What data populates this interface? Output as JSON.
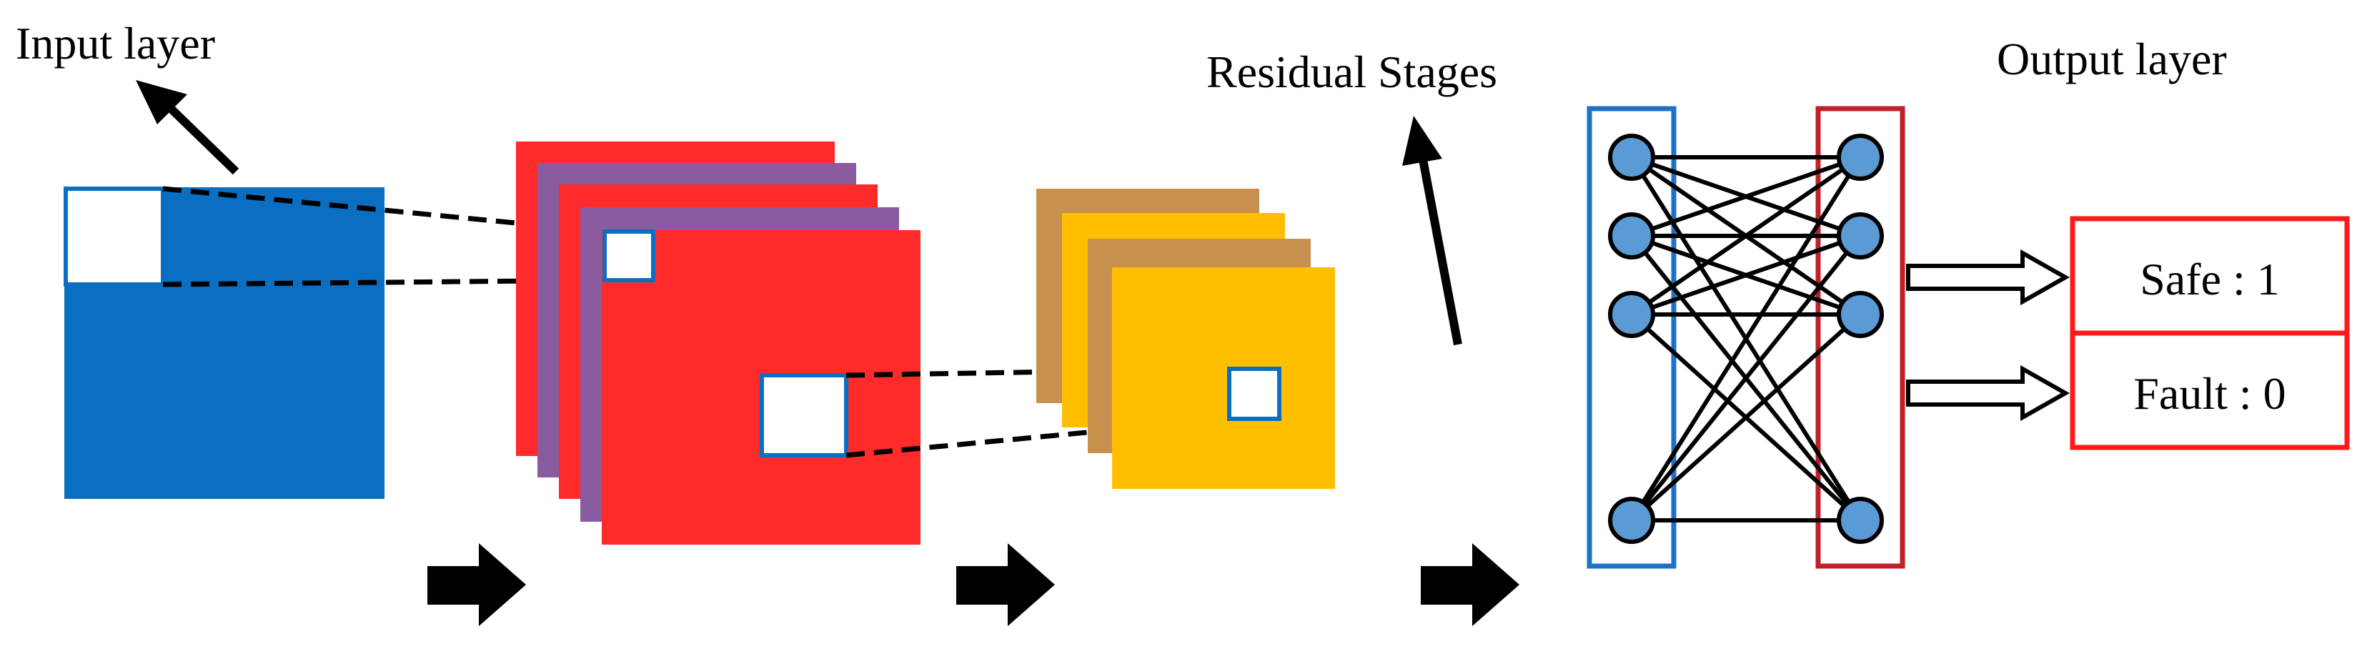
{
  "labels": {
    "input": "Input layer",
    "residual": "Residual Stages",
    "output": "Output layer"
  },
  "outputs": [
    {
      "text": "Safe : 1"
    },
    {
      "text": "Fault : 0"
    }
  ],
  "network": {
    "hidden_nodes": 4,
    "output_nodes": 4
  },
  "colors": {
    "input_map": "#0a6fc2",
    "conv_red": "#ff2a2a",
    "conv_purple": "#8b5ba0",
    "res_brown": "#c8904f",
    "res_yellow": "#ffbf00",
    "window_border": "#0a6fc2",
    "blue_layer_border": "#1d72c8",
    "red_layer_border": "#c0202a",
    "node_fill": "#5b9bd5",
    "output_box_border": "#ff1a1a"
  }
}
